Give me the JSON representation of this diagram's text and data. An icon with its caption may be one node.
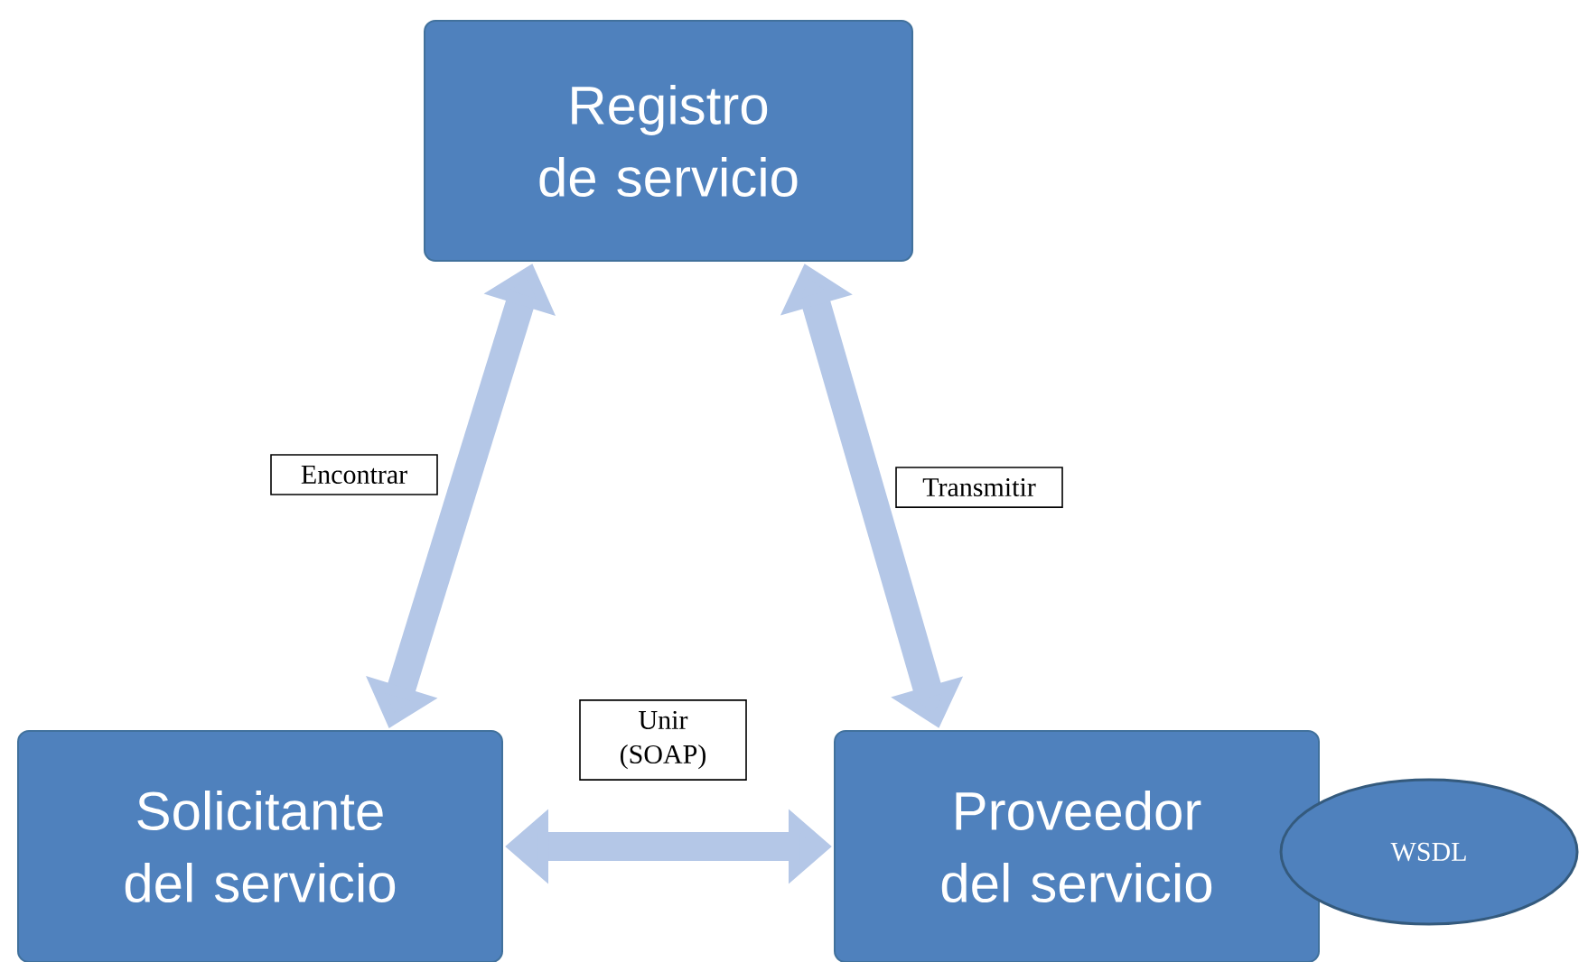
{
  "diagram": {
    "nodes": [
      {
        "text": [
          "Registro de servicio"
        ]
      },
      {
        "text": [
          "Solicitante del servicio"
        ]
      },
      {
        "text": [
          "Proveedor del servicio"
        ]
      },
      {
        "text": [
          "WSDL"
        ]
      }
    ],
    "edges": [
      {
        "from": 0,
        "to": 1,
        "arrow": "both",
        "label": "Encontrar"
      },
      {
        "from": 0,
        "to": 2,
        "arrow": "both",
        "label": "Transmitir"
      },
      {
        "from": 1,
        "to": 2,
        "arrow": "both",
        "label": "Unir (SOAP)"
      }
    ]
  }
}
